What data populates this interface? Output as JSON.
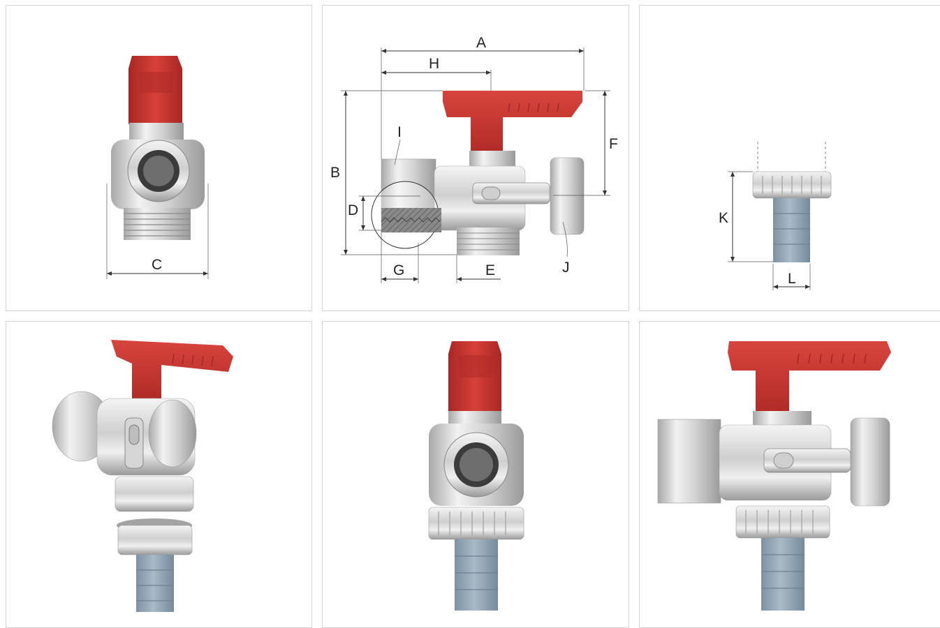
{
  "labels": {
    "A": "A",
    "B": "B",
    "C": "C",
    "D": "D",
    "E": "E",
    "F": "F",
    "G": "G",
    "H": "H",
    "I": "I",
    "J": "J",
    "K": "K",
    "L": "L"
  },
  "colors": {
    "handle_red": "#c8332e",
    "handle_dark": "#9e2622",
    "chrome_light": "#e6e6e6",
    "chrome_mid": "#bdbdbd",
    "chrome_dark": "#8e8e8e",
    "hose_blue": "#8fa3b3",
    "panel_border": "#d4d4d4"
  }
}
